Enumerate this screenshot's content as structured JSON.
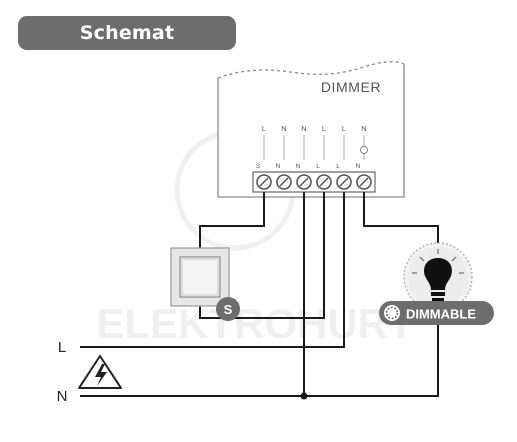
{
  "title": "Schemat podłączenia",
  "device": {
    "name": "DIMMER",
    "top_labels": [
      "L",
      "N",
      "N",
      "L",
      "L",
      "N"
    ],
    "bottom_labels": [
      "S",
      "N",
      "N",
      "L",
      "L",
      "N"
    ]
  },
  "switch_badge": "S",
  "lamp_badge": "DIMMABLE",
  "lines": {
    "live": "L",
    "neutral": "N"
  },
  "watermark": "ELEKTROHURT",
  "colors": {
    "wire": "#1a1a1a",
    "badge": "#6d6d6d",
    "device_outline": "#8a8a8a",
    "terminal": "#555555"
  },
  "icons": [
    "switch-icon",
    "lamp-bulb-icon",
    "dimmable-icon",
    "high-voltage-warning-icon",
    "terminal-screw-icon"
  ]
}
